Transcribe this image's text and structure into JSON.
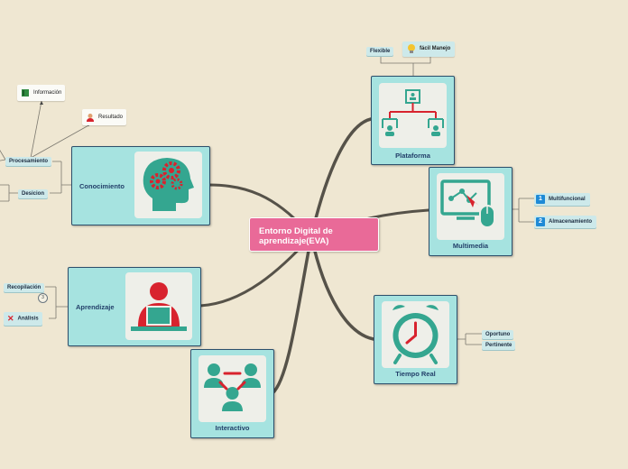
{
  "central": {
    "title": "Entorno Digital de aprendizaje(EVA)"
  },
  "branches": {
    "plataforma": {
      "label": "Plataforma",
      "children": [
        "Flexible",
        "fácil Manejo"
      ]
    },
    "multimedia": {
      "label": "Multimedia",
      "children": [
        {
          "number": "1",
          "label": "Multifuncional"
        },
        {
          "number": "2",
          "label": "Almacenamiento"
        }
      ]
    },
    "tiempo_real": {
      "label": "Tiempo Real",
      "children": [
        "Oportuno",
        "Pertinente"
      ]
    },
    "interactivo": {
      "label": "Interactivo"
    },
    "aprendizaje": {
      "label": "Aprendizaje",
      "children": [
        "Recopilación",
        "Análisis"
      ],
      "badge": "3"
    },
    "conocimiento": {
      "label": "Conocimiento",
      "children": {
        "procesamiento": {
          "label": "Procesamiento",
          "children": [
            "Información",
            "Resultado"
          ]
        },
        "desicion": {
          "label": "Desicion"
        }
      }
    }
  },
  "colors": {
    "background": "#efe7d2",
    "central": "#e96a98",
    "topic": "#a6e3e0",
    "border": "#2d4f6b",
    "icon_teal": "#34a690",
    "icon_red": "#d8232e"
  },
  "icons": [
    "brain-gears-icon",
    "hierarchy-network-icon",
    "computer-mouse-icon",
    "alarm-clock-icon",
    "people-network-icon",
    "person-laptop-icon",
    "lightbulb-icon",
    "book-icon",
    "user-icon",
    "close-x-icon"
  ]
}
